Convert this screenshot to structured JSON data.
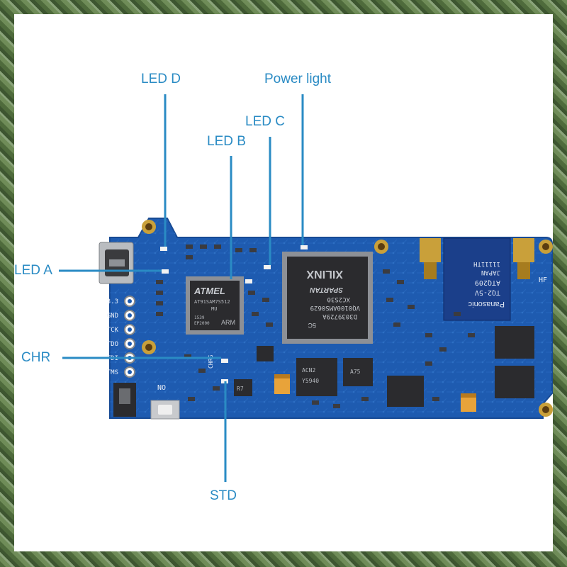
{
  "callouts": {
    "led_d": "LED D",
    "power_light": "Power light",
    "led_c": "LED C",
    "led_b": "LED B",
    "led_a": "LED A",
    "chr": "CHR",
    "std": "STD"
  },
  "board": {
    "mcu_brand": "ATMEL",
    "mcu_lines": [
      "AT91SAM7S512",
      "MU",
      "1539",
      "EP2000",
      "ARM"
    ],
    "fpga_lines": [
      "5C",
      "D3039729A",
      "VQ0100AMS0629",
      "XC2S30",
      "SPARTAN",
      "XILINX"
    ],
    "relay_lines": [
      "Panasonic",
      "TQ2-5V",
      "ATQ209",
      "JAPAN",
      "11111TH"
    ],
    "header_pins": [
      "3.3",
      "GND",
      "TCK",
      "TDO",
      "TDI",
      "TMS"
    ],
    "switch_label": "NO",
    "chip_labels": [
      "ACN2",
      "Y5940",
      "A75",
      "R7"
    ],
    "silk_chrg": "CHRG",
    "silk_hf": "HF"
  },
  "colors": {
    "callout": "#2a8bc4",
    "pcb": "#1e5bb0",
    "pcb_dark": "#174a94",
    "chip": "#2b2b2e",
    "gold": "#c9a03a"
  }
}
